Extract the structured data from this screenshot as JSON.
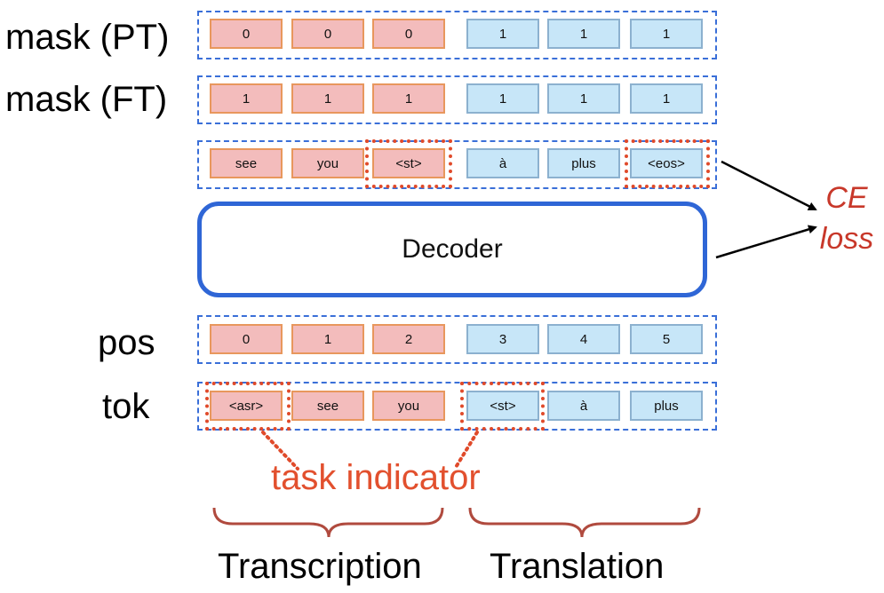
{
  "rows": {
    "mask_pt": {
      "label": "mask (PT)",
      "tokens": [
        "0",
        "0",
        "0",
        "1",
        "1",
        "1"
      ]
    },
    "mask_ft": {
      "label": "mask (FT)",
      "tokens": [
        "1",
        "1",
        "1",
        "1",
        "1",
        "1"
      ]
    },
    "output": {
      "label": "",
      "tokens": [
        "see",
        "you",
        "<st>",
        "à",
        "plus",
        "<eos>"
      ]
    },
    "pos": {
      "label": "pos",
      "tokens": [
        "0",
        "1",
        "2",
        "3",
        "4",
        "5"
      ]
    },
    "tok": {
      "label": "tok",
      "tokens": [
        "<asr>",
        "see",
        "you",
        "<st>",
        "à",
        "plus"
      ]
    }
  },
  "decoder": {
    "label": "Decoder"
  },
  "ce_loss": {
    "line1": "CE",
    "line2": "loss"
  },
  "task_indicator": "task indicator",
  "braces": {
    "left": "Transcription",
    "right": "Translation"
  },
  "colors": {
    "source_fill": "#f3bcbc",
    "target_fill": "#c7e6f8",
    "frame": "#3a6fd8",
    "highlight": "#e04a2a",
    "decoder_border": "#2f66d6",
    "ce_loss": "#c8382a",
    "brace": "#b04a3e"
  }
}
